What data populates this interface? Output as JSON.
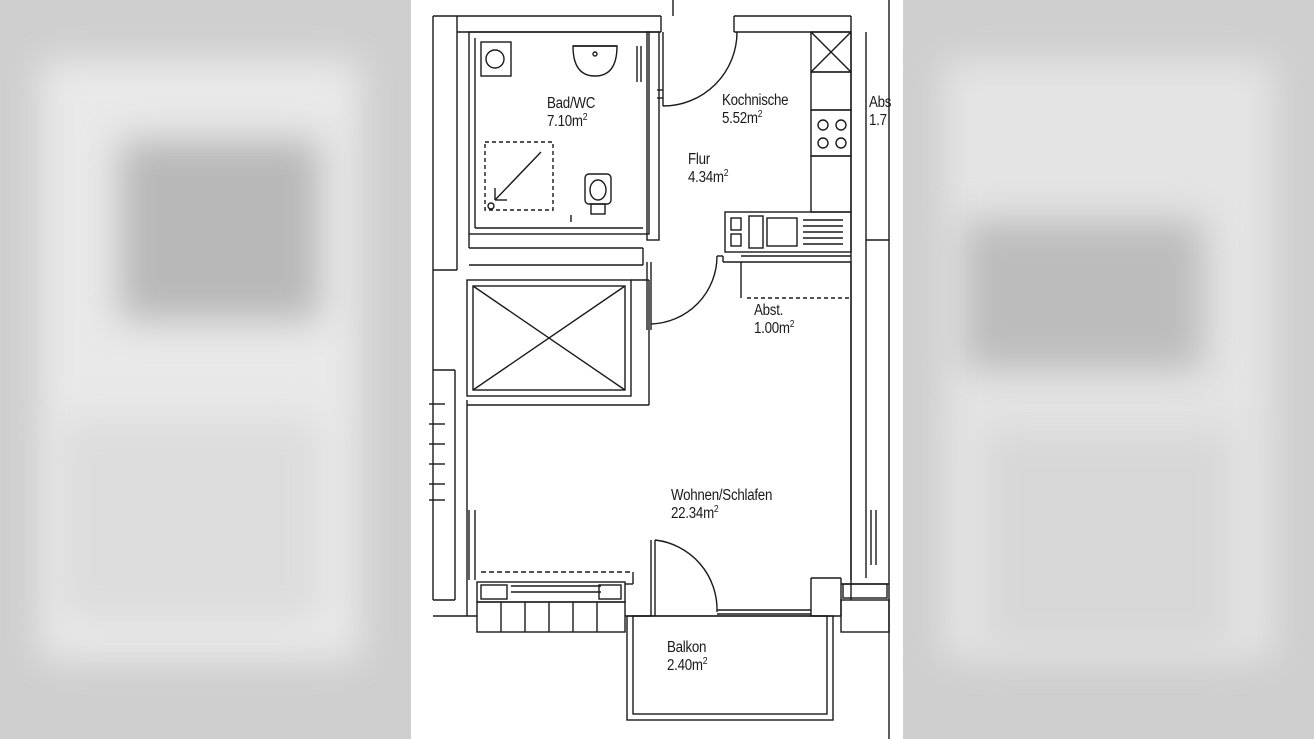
{
  "plan": {
    "rooms": [
      {
        "id": "bad",
        "name": "Bad/WC",
        "area": "7.10m",
        "unit_sup": "2"
      },
      {
        "id": "kochnische",
        "name": "Kochnische",
        "area": "5.52m",
        "unit_sup": "2"
      },
      {
        "id": "flur",
        "name": "Flur",
        "area": "4.34m",
        "unit_sup": "2"
      },
      {
        "id": "abst",
        "name": "Abst.",
        "area": "1.00m",
        "unit_sup": "2"
      },
      {
        "id": "wohnen",
        "name": "Wohnen/Schlafen",
        "area": "22.34m",
        "unit_sup": "2"
      },
      {
        "id": "balkon",
        "name": "Balkon",
        "area": "2.40m",
        "unit_sup": "2"
      }
    ],
    "neighbor_cut": {
      "name": "Abs",
      "area": "1.7"
    }
  },
  "colors": {
    "line": "#1a1a1a",
    "sheet": "#ffffff",
    "backdrop": "#cfcfcf"
  }
}
